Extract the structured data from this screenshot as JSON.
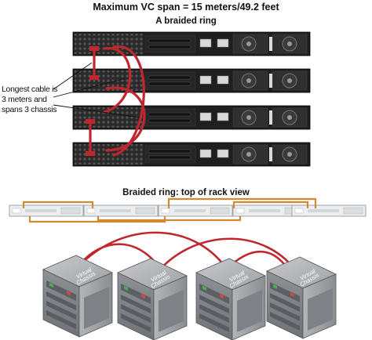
{
  "header": {
    "title": "Maximum VC span = 15 meters/49.2 feet",
    "subtitle": "A braided ring"
  },
  "note": {
    "line1": "Longest cable is",
    "line2": "3 meters and",
    "line3": "spans 3 chassis"
  },
  "rack_view": {
    "title": "Braided ring: top of rack view"
  },
  "chassis": {
    "label_line1": "Virtual",
    "label_line2": "Chassis"
  },
  "colors": {
    "cable_red": "#c0262d",
    "cable_orange": "#d08a33",
    "switch_dark": "#2b2b2b",
    "chassis_gray": "#a9acb0"
  }
}
